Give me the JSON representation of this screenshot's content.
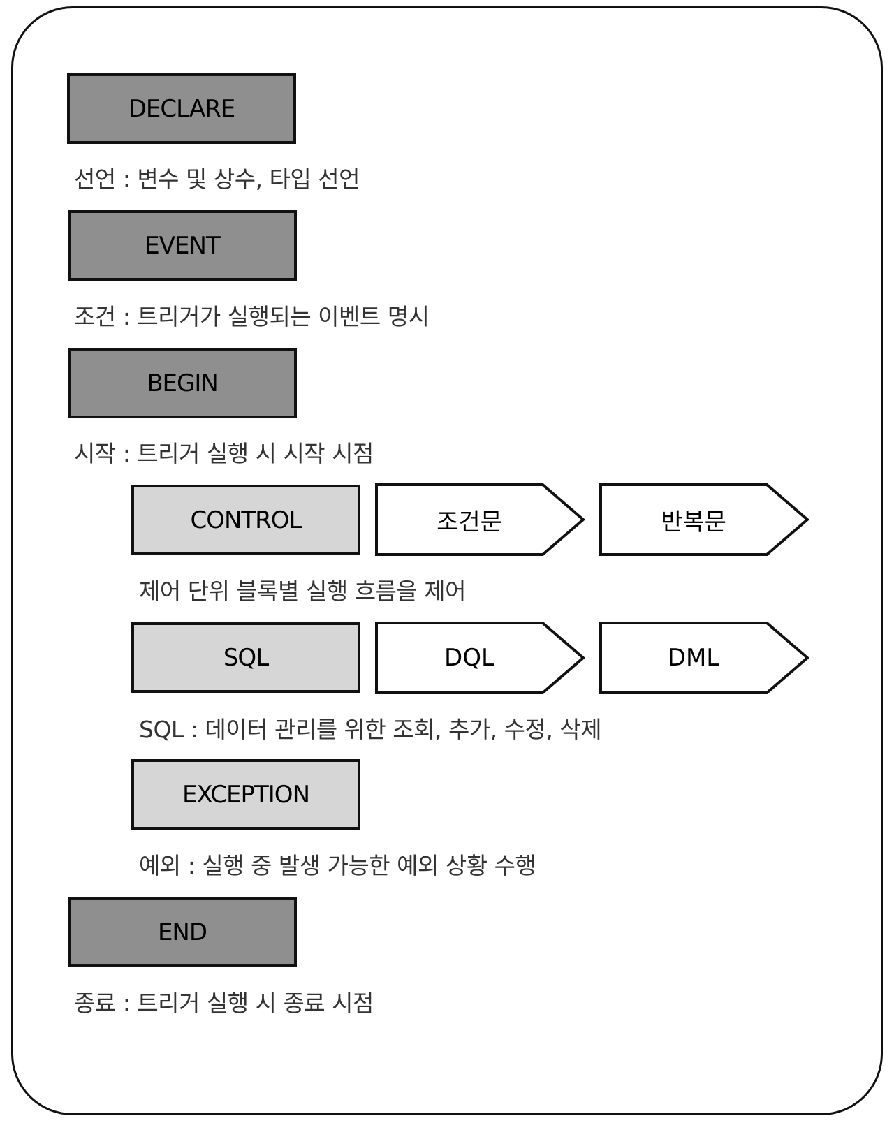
{
  "blocks": {
    "declare": {
      "label": "DECLARE",
      "desc": "선언 : 변수 및 상수, 타입 선언"
    },
    "event": {
      "label": "EVENT",
      "desc": "조건 : 트리거가 실행되는 이벤트 명시"
    },
    "begin": {
      "label": "BEGIN",
      "desc": "시작 : 트리거 실행 시 시작 시점"
    },
    "control": {
      "label": "CONTROL",
      "desc": "제어 단위 블록별 실행 흐름을 제어",
      "steps": [
        "조건문",
        "반복문"
      ]
    },
    "sql": {
      "label": "SQL",
      "desc": "SQL : 데이터 관리를 위한 조회, 추가, 수정, 삭제",
      "steps": [
        "DQL",
        "DML"
      ]
    },
    "exception": {
      "label": "EXCEPTION",
      "desc": "예외 : 실행 중 발생 가능한 예외 상황 수행"
    },
    "end": {
      "label": "END",
      "desc": "종료 : 트리거 실행 시 종료 시점"
    }
  },
  "colors": {
    "main_block": "#8f8f8f",
    "sub_block": "#d6d6d6",
    "step_arrow": "#ffffff",
    "border": "#111111"
  }
}
